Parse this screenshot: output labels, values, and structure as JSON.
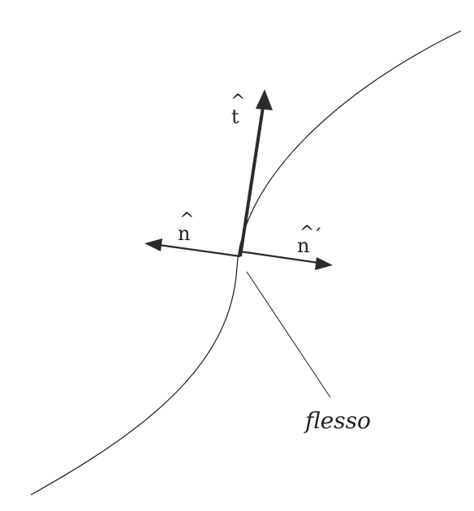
{
  "labels": {
    "t_symbol": "t",
    "n_symbol": "n",
    "n_prime_symbol": "n",
    "hat": "^",
    "prime": "´",
    "inflection": "flesso"
  }
}
